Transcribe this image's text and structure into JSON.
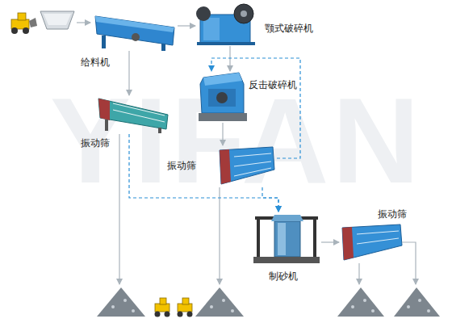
{
  "diagram": {
    "nodes": [
      {
        "text": [
          "给料机"
        ]
      },
      {
        "text": [
          "颚式破碎机"
        ]
      },
      {
        "text": [
          "振动筛"
        ]
      },
      {
        "text": [
          "反击破碎机"
        ]
      },
      {
        "text": [
          "振动筛"
        ]
      },
      {
        "text": [
          "制砂机"
        ]
      },
      {
        "text": [
          "振动筛"
        ]
      }
    ],
    "edges": [
      {
        "from": 0,
        "to": 1,
        "arrow": "to"
      },
      {
        "from": 0,
        "to": 2,
        "arrow": "to"
      },
      {
        "from": 1,
        "to": 3,
        "arrow": "to"
      },
      {
        "from": 3,
        "to": 4,
        "arrow": "to"
      },
      {
        "from": 4,
        "to": 3,
        "arrow": "to"
      },
      {
        "from": 4,
        "to": 5,
        "arrow": "to"
      },
      {
        "from": 2,
        "to": 5,
        "arrow": "to"
      },
      {
        "from": 5,
        "to": 6,
        "arrow": "to"
      }
    ],
    "labels": [
      "YIFAN"
    ]
  }
}
